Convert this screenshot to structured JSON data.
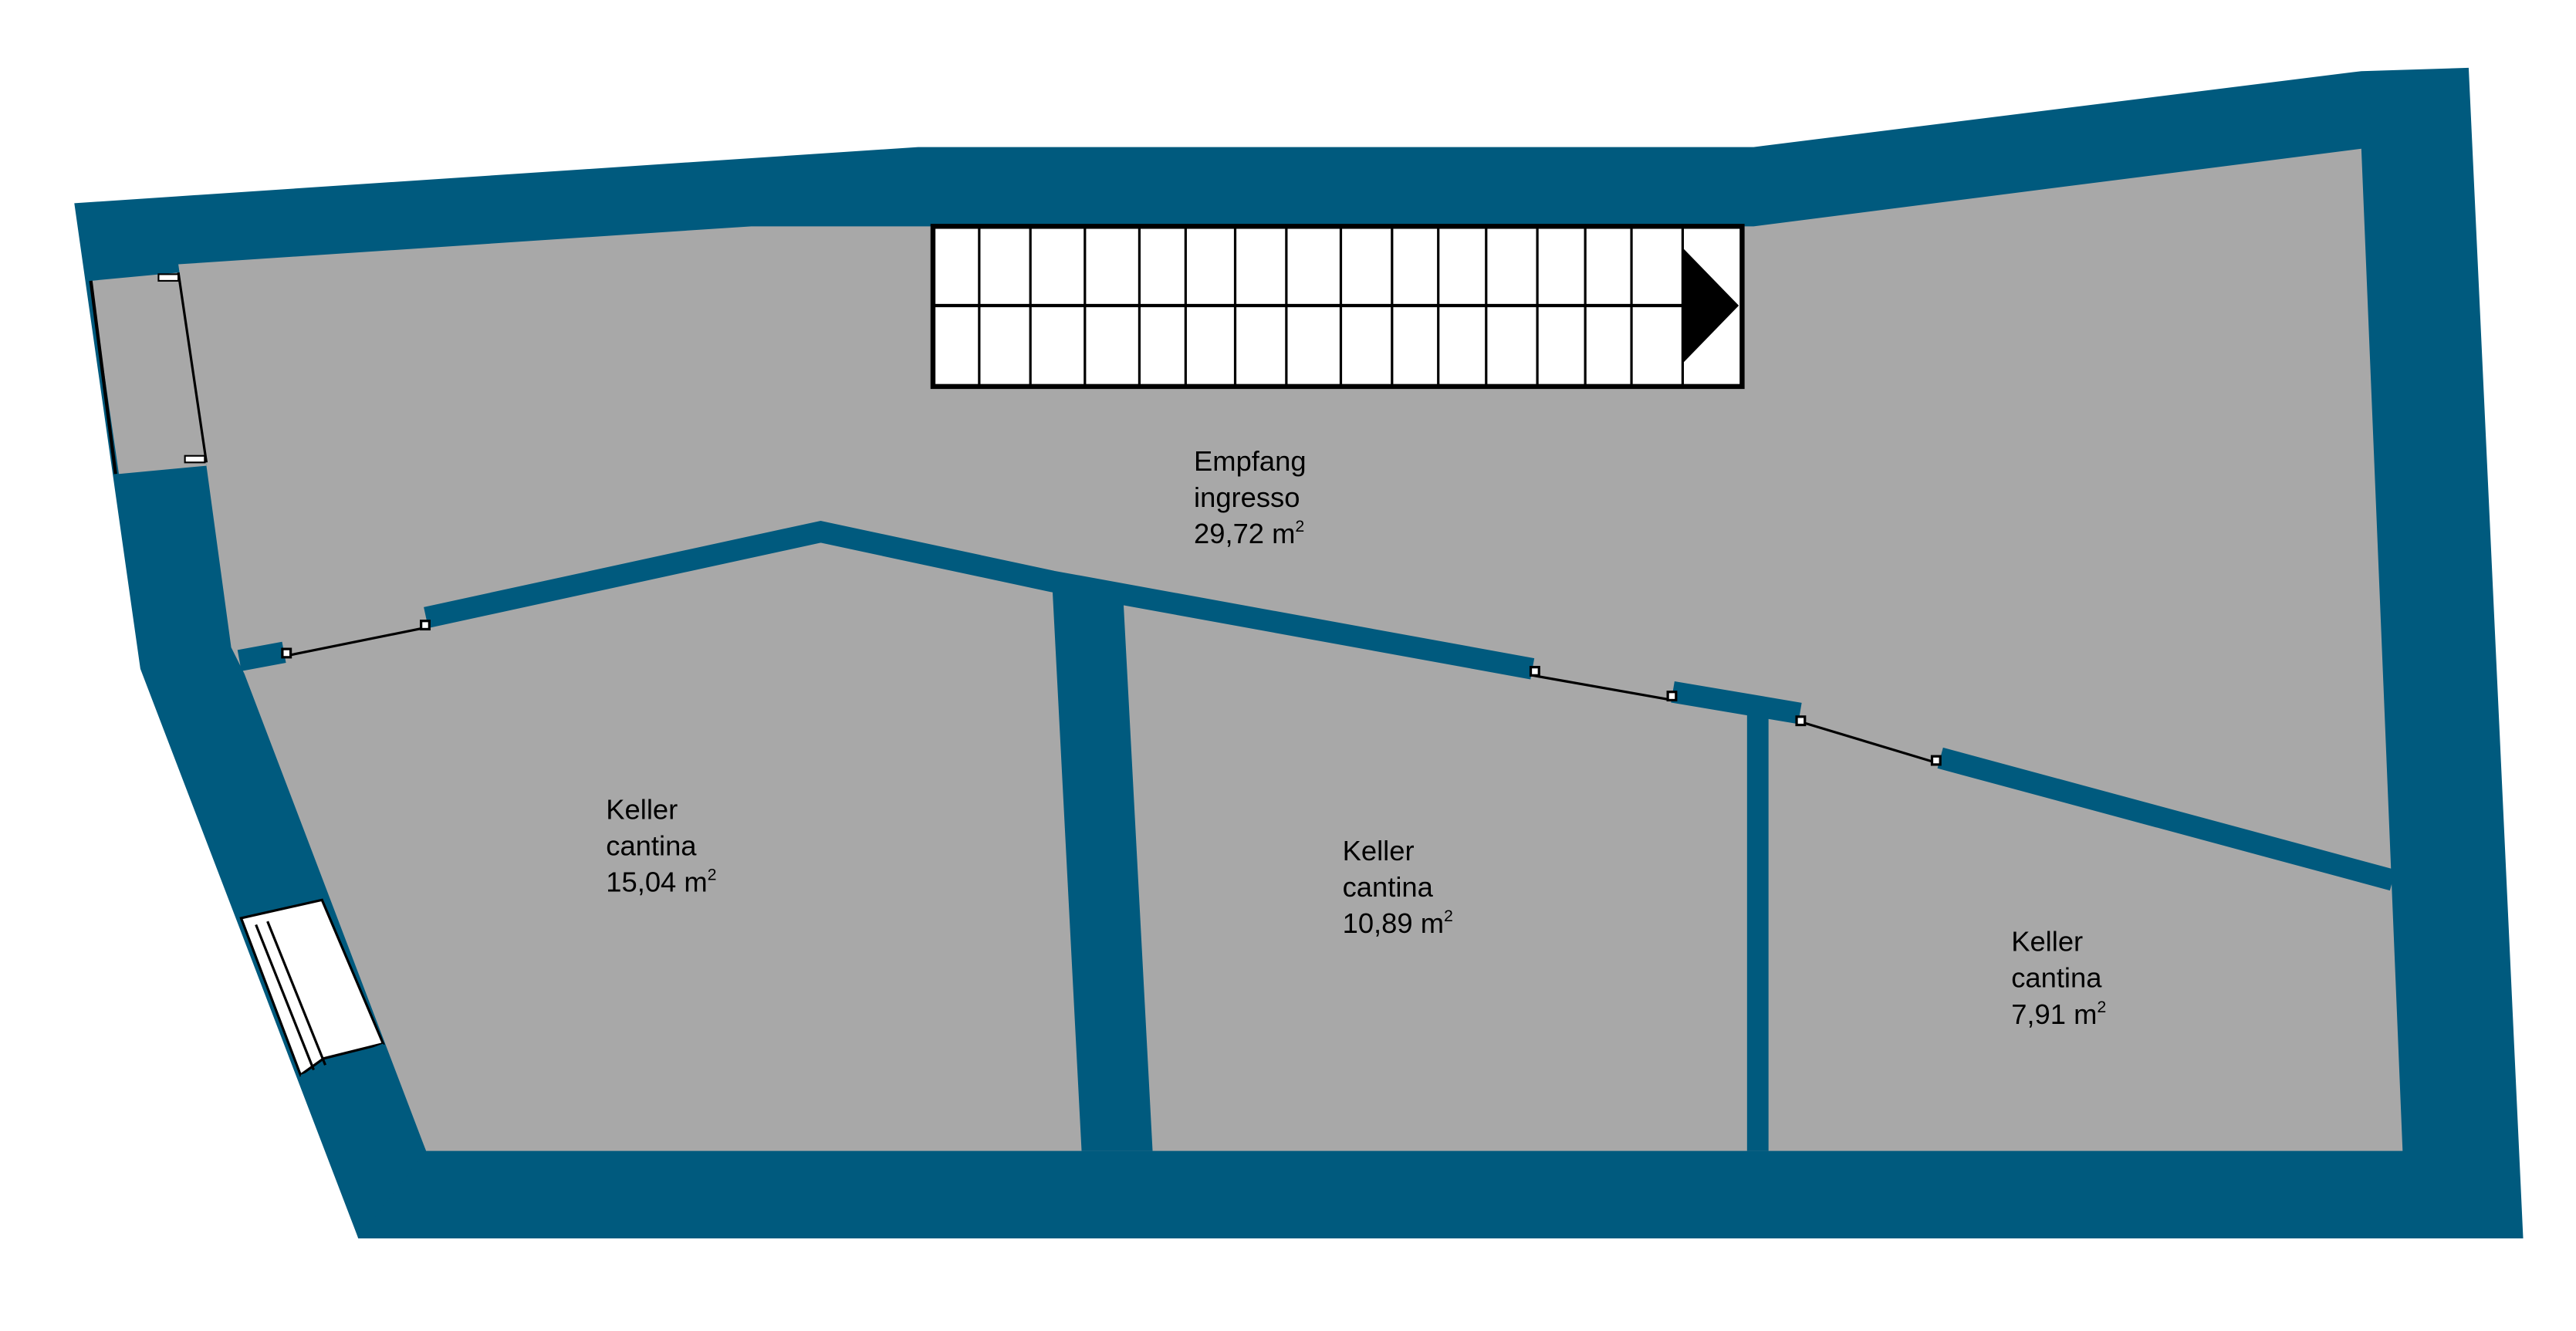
{
  "colors": {
    "wall": "#005a7e",
    "floor": "#a8a8a8",
    "stair": "#ffffff",
    "line": "#000000"
  },
  "rooms": [
    {
      "name_de": "Empfang",
      "name_it": "ingresso",
      "area": "29,72 m",
      "unit_sup": "2"
    },
    {
      "name_de": "Keller",
      "name_it": "cantina",
      "area": "15,04 m",
      "unit_sup": "2"
    },
    {
      "name_de": "Keller",
      "name_it": "cantina",
      "area": "10,89 m",
      "unit_sup": "2"
    },
    {
      "name_de": "Keller",
      "name_it": "cantina",
      "area": "7,91 m",
      "unit_sup": "2"
    }
  ]
}
